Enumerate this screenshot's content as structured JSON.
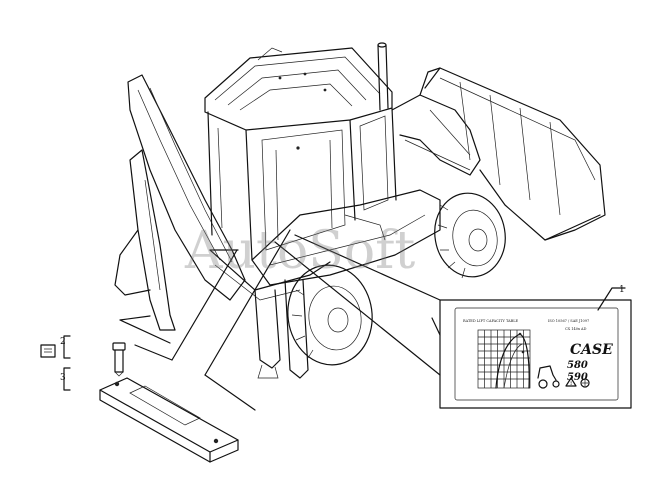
{
  "callouts": [
    {
      "id": "1",
      "label": "1"
    },
    {
      "id": "2",
      "label": "2"
    },
    {
      "id": "3",
      "label": "3"
    }
  ],
  "decal": {
    "header_left": "RATED LIFT CAPACITY TABLE",
    "header_right": "ISO 10567 / SAE J1097",
    "subheader": "CX 140x AD",
    "brand": "CASE",
    "model_top": "580",
    "model_bottom": "590"
  },
  "watermark": "AutoSoft"
}
